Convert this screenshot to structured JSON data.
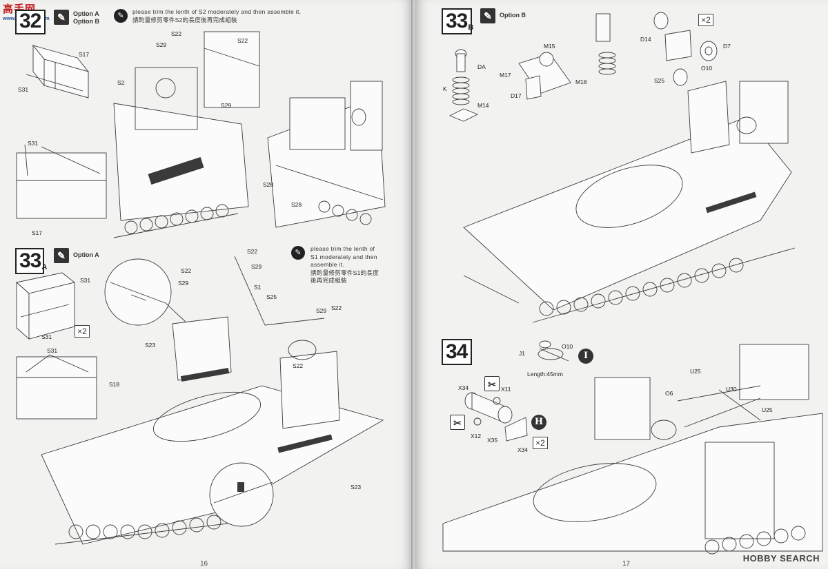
{
  "watermarks": {
    "top_left_cn": "高手网",
    "top_left_url": "www.gaoshan.com",
    "bottom_right": "HOBBY SEARCH"
  },
  "left_page": {
    "step32": {
      "number": "32",
      "options": [
        "Option A",
        "Option B"
      ],
      "note_en": "please trim the lenth of S2 moderately and then assemble it.",
      "note_cn": "請酌量修剪零件S2的長度後再完成組裝",
      "labels": [
        "S17",
        "S31",
        "S31",
        "S17",
        "S22",
        "S29",
        "S2",
        "S22",
        "S29",
        "S28",
        "S28"
      ]
    },
    "step33a": {
      "number": "33",
      "suffix": "A",
      "option": "Option A",
      "note_en_lines": [
        "please trim the lenth of",
        "S1 moderately and then",
        "assemble it."
      ],
      "note_cn_lines": [
        "請酌量修剪零件S1的長度",
        "後再完成組裝"
      ],
      "qty": "×2",
      "labels": {
        "s31a": "S31",
        "s31b": "S31",
        "s31c": "S31",
        "s18": "S18",
        "s22a": "S22",
        "s29a": "S29",
        "s1": "S1",
        "s22b": "S22",
        "s25": "S25",
        "s29b": "S29",
        "s22c": "S22",
        "s23a": "S23",
        "s22d": "S22",
        "s23b": "S23"
      }
    },
    "page_number": "16"
  },
  "right_page": {
    "step33b": {
      "number": "33",
      "suffix": "B",
      "option": "Option B",
      "qty": "×2",
      "labels": {
        "da": "DA",
        "k": "K",
        "m14": "M14",
        "m15": "M15",
        "m17": "M17",
        "d17": "D17",
        "m18": "M18",
        "d14": "D14",
        "d7": "D7",
        "o10": "O10",
        "s25": "S25"
      }
    },
    "step34": {
      "number": "34",
      "length_note": "Length:45mm",
      "qty": "×2",
      "badges": [
        "I",
        "H",
        "I",
        "H"
      ],
      "labels": {
        "j1": "J1",
        "o10": "O10",
        "x34a": "X34",
        "x11": "X11",
        "x12": "X12",
        "x35": "X35",
        "x34b": "X34",
        "u25a": "U25",
        "o6": "O6",
        "u30": "U30",
        "u25b": "U25"
      }
    },
    "page_number": "17"
  },
  "icons": {
    "option_icon": "option-pencil-icon",
    "note_icon": "note-exclamation-icon",
    "badge_icon": "callout-letter-icon"
  },
  "colors": {
    "paper": "#f2f2f0",
    "ink": "#222222",
    "watermark_red": "#c01818",
    "watermark_blue": "#1e4f9c"
  }
}
